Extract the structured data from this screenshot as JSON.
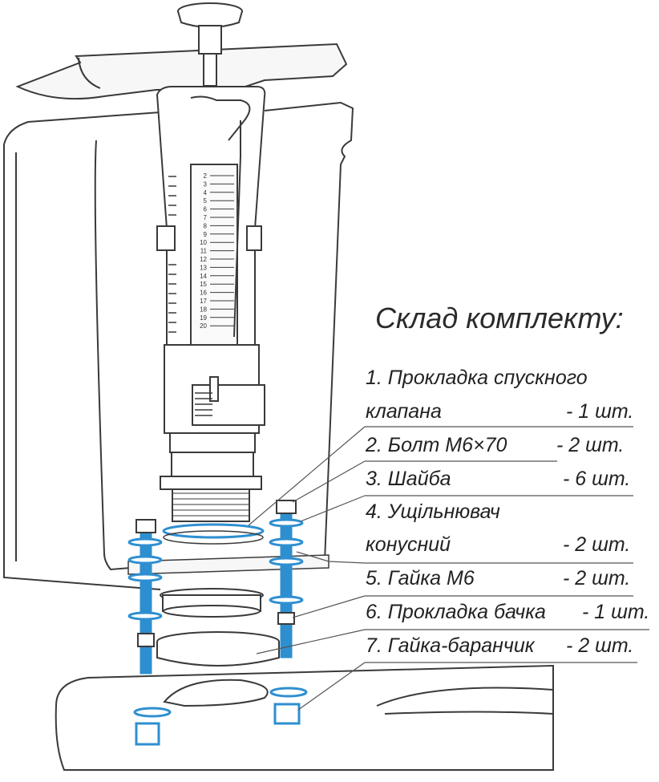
{
  "title": "Склад комплекту:",
  "items": [
    {
      "label": "1. Прокладка спускного",
      "label2": "клапана",
      "qty": "- 1 шт."
    },
    {
      "label": "2. Болт М6×70",
      "qty": "- 2 шт."
    },
    {
      "label": "3. Шайба",
      "qty": "- 6 шт."
    },
    {
      "label": "4. Ущільнювач",
      "label2": "конусний",
      "qty": "- 2 шт."
    },
    {
      "label": "5. Гайка М6",
      "qty": "- 2 шт."
    },
    {
      "label": "6. Прокладка бачка",
      "qty": "- 1 шт."
    },
    {
      "label": "7. Гайка-баранчик",
      "qty": "- 2 шт."
    }
  ],
  "scale_numbers": [
    "2",
    "3",
    "4",
    "5",
    "6",
    "7",
    "8",
    "9",
    "10",
    "11",
    "12",
    "13",
    "14",
    "15",
    "16",
    "17",
    "18",
    "19",
    "20"
  ],
  "colors": {
    "line": "#3a3a3a",
    "part_blue": "#2e8fd0",
    "leader": "#555555"
  }
}
